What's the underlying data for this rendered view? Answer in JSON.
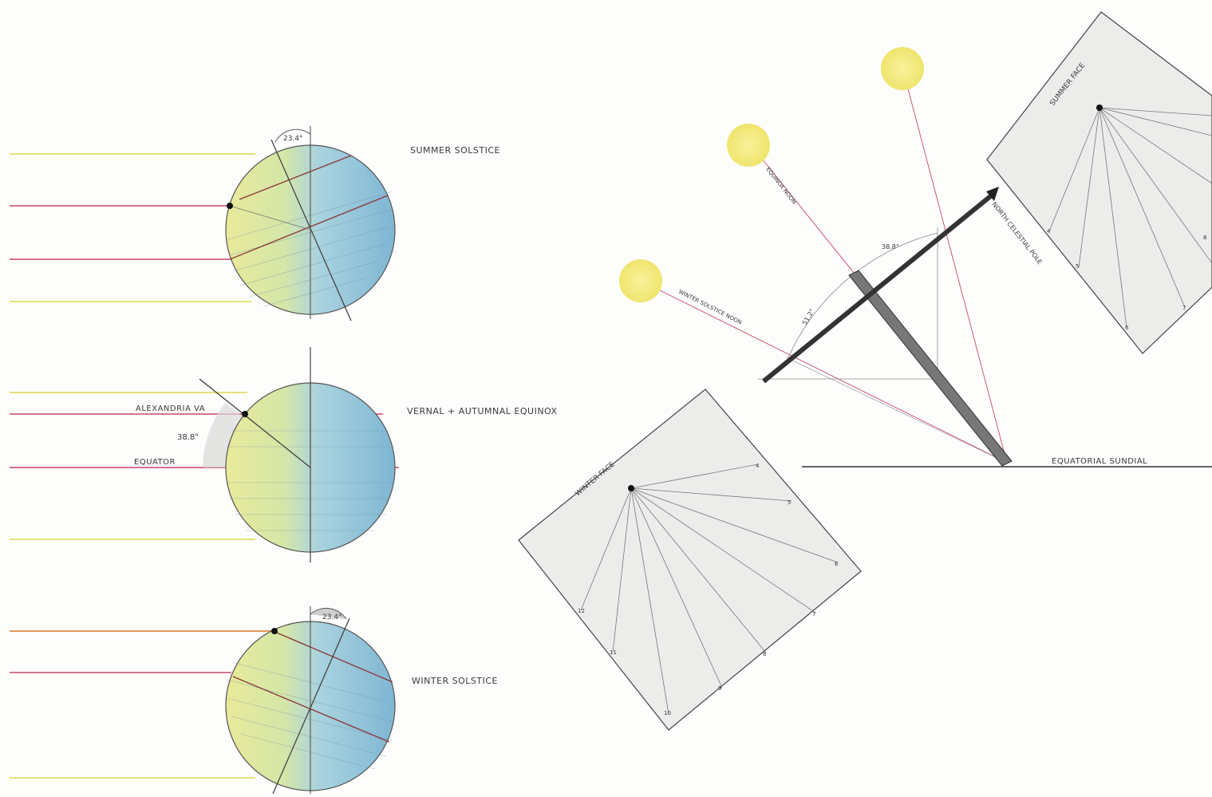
{
  "diagram": {
    "earth_diagrams": {
      "summer": {
        "label": "SUMMER SOLSTICE",
        "angle_label": "23.4°"
      },
      "equinox": {
        "label": "VERNAL + AUTUMNAL EQUINOX",
        "location_label": "ALEXANDRIA VA",
        "angle_label": "38.8°",
        "equator_label": "EQUATOR"
      },
      "winter": {
        "label": "WINTER SOLSTICE",
        "angle_label": "23.4°"
      }
    },
    "sundial": {
      "label": "EQUATORIAL SUNDIAL",
      "gnomon_label": "NORTH CELESTIAL POLE",
      "angle_top": "38.8°",
      "angle_bottom": "51.2°",
      "sun_labels": {
        "summer": "",
        "equinox": "EQUINOX NOON",
        "winter": "WINTER SOLSTICE NOON"
      },
      "summer_face": {
        "label": "SUMMER FACE",
        "hours": [
          "4",
          "5",
          "6",
          "7",
          "8"
        ]
      },
      "winter_face": {
        "label": "WINTER FACE",
        "hours": [
          "4",
          "5",
          "6",
          "7",
          "8",
          "9",
          "10",
          "11",
          "12"
        ]
      }
    },
    "colors": {
      "ocean": "#8fc3dc",
      "land": "#dfe58c",
      "sun": "#f5ec7a",
      "ray_red": "#c8466b",
      "ray_yellow": "#e6e27a",
      "face_fill": "#ececeb"
    }
  }
}
